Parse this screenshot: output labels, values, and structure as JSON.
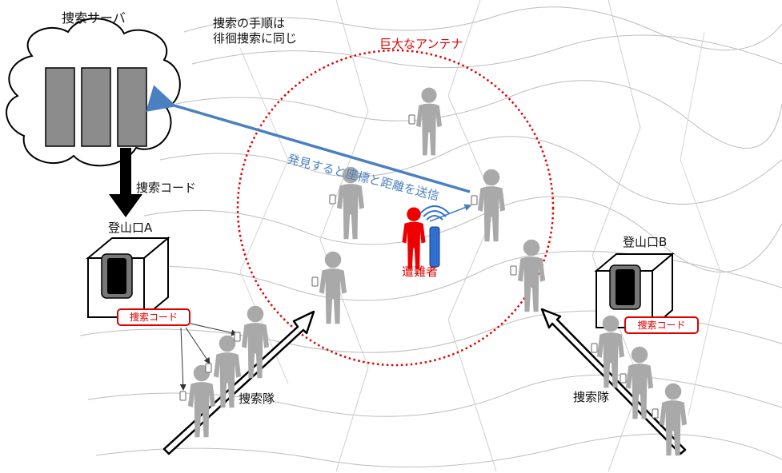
{
  "labels": {
    "search_server": "捜索サーバ",
    "procedure_note": "捜索の手順は\n徘徊捜索に同じ",
    "giant_antenna": "巨大なアンテナ",
    "send_message": "発見すると座標と距離を送信",
    "search_code": "捜索コード",
    "trailhead_a": "登山口A",
    "trailhead_b": "登山口B",
    "code_box_a": "捜索コード",
    "code_box_b": "捜索コード",
    "victim": "遭難者",
    "search_team_left": "捜索隊",
    "search_team_right": "捜索隊"
  },
  "colors": {
    "accent_red": "#e00000",
    "arrow_blue": "#4a7fc0",
    "person_gray": "#a9a9a9",
    "server_gray": "#8c8c8c",
    "antenna_blue": "#2f6fd0"
  },
  "icons": [
    "cloud-icon",
    "server-rack-icon",
    "terminal-icon",
    "person-icon",
    "antenna-icon",
    "phone-icon"
  ]
}
